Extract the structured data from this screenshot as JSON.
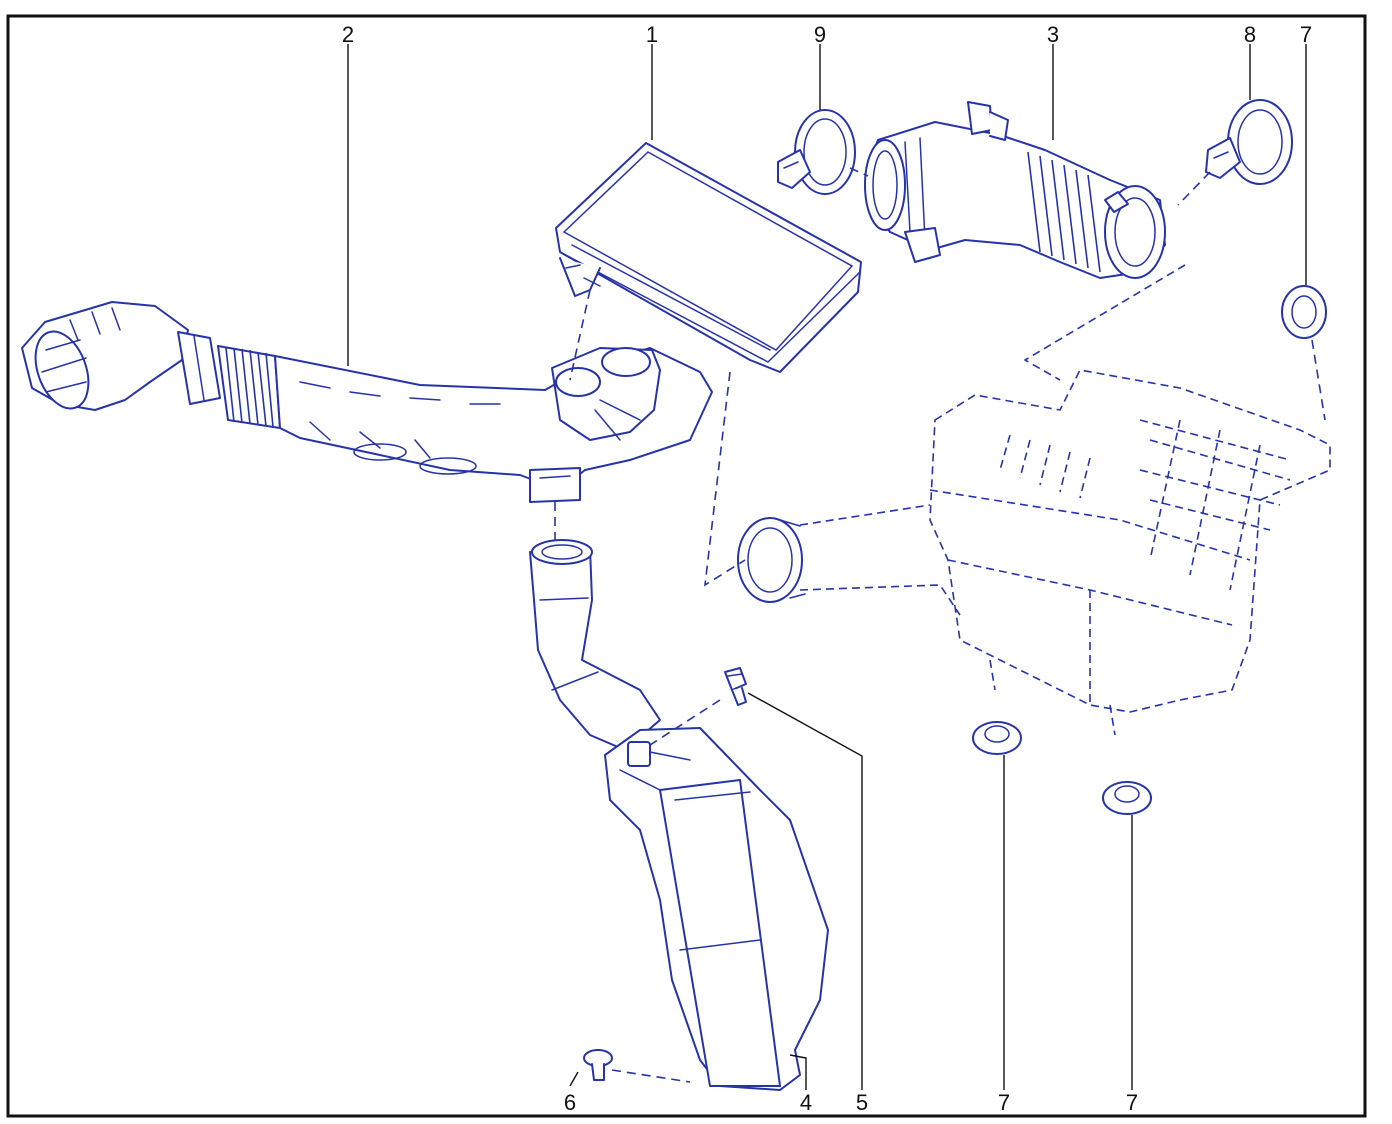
{
  "callouts": {
    "c1": "1",
    "c2": "2",
    "c3": "3",
    "c4": "4",
    "c5": "5",
    "c6": "6",
    "c7_top": "7",
    "c7_left": "7",
    "c7_right": "7",
    "c8": "8",
    "c9": "9"
  },
  "colors": {
    "ink": "#2733a8",
    "frame": "#111111",
    "background": "#ffffff"
  }
}
